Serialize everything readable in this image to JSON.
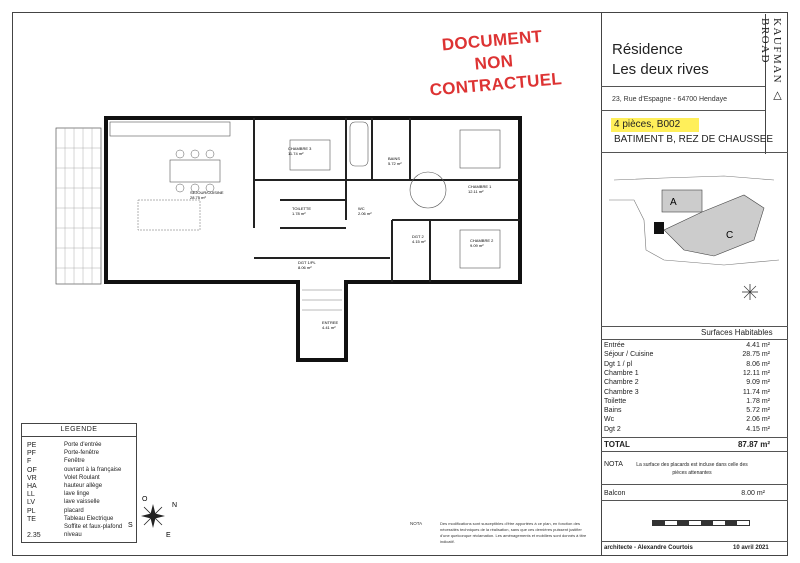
{
  "stamp": {
    "line1": "DOCUMENT",
    "line2": "NON CONTRACTUEL"
  },
  "residence": {
    "line1": "Résidence",
    "line2": "Les deux rives"
  },
  "brand": "KAUFMAN △ BROAD",
  "address": "23, Rue d'Espagne - 64700 Hendaye",
  "lot": {
    "type": "4 pièces, B002",
    "batiment": "BATIMENT B, REZ DE CHAUSSEE",
    "highlight": "#ffef5a"
  },
  "site_plan": {
    "label_a": "A",
    "label_c": "C"
  },
  "surfaces": {
    "title": "Surfaces Habitables",
    "rows": [
      {
        "name": "Entrée",
        "value": "4.41 m²"
      },
      {
        "name": "Séjour / Cuisine",
        "value": "28.75 m²"
      },
      {
        "name": "Dgt 1 / pl",
        "value": "8.06 m²"
      },
      {
        "name": "Chambre 1",
        "value": "12.11 m²"
      },
      {
        "name": "Chambre 2",
        "value": "9.09 m²"
      },
      {
        "name": "Chambre 3",
        "value": "11.74 m²"
      },
      {
        "name": "Toilette",
        "value": "1.78 m²"
      },
      {
        "name": "Bains",
        "value": "5.72 m²"
      },
      {
        "name": "Wc",
        "value": "2.06 m²"
      },
      {
        "name": "Dgt 2",
        "value": "4.15 m²"
      }
    ],
    "total_label": "TOTAL",
    "total_value": "87.87 m²"
  },
  "nota": {
    "label": "NOTA",
    "text": "La surface des placards est incluse dans celle des pièces attenantes"
  },
  "balcon": {
    "label": "Balcon",
    "value": "8.00 m²"
  },
  "footer": {
    "architect": "architecte - Alexandre Courtois",
    "date": "10 avril 2021"
  },
  "legend": {
    "title": "LEGENDE",
    "items": [
      {
        "code": "PE",
        "desc": "Porte d'entrée"
      },
      {
        "code": "PF",
        "desc": "Porte-fenêtre"
      },
      {
        "code": "F",
        "desc": "Fenêtre"
      },
      {
        "code": "OF",
        "desc": "ouvrant à la française"
      },
      {
        "code": "VR",
        "desc": "Volet Roulant"
      },
      {
        "code": "HA",
        "desc": "hauteur allège"
      },
      {
        "code": "LL",
        "desc": "lave linge"
      },
      {
        "code": "LV",
        "desc": "lave vaisselle"
      },
      {
        "code": "PL",
        "desc": "placard"
      },
      {
        "code": "TE",
        "desc": "Tableau Electrique"
      },
      {
        "code": "",
        "desc": "Soffite et faux-plafond"
      },
      {
        "code": "2.35",
        "desc": "niveau"
      }
    ]
  },
  "rooms": [
    {
      "name": "SEJOUR/CUISINE",
      "area": "28.75 m²"
    },
    {
      "name": "CHAMBRE 3",
      "area": "11.74 m²"
    },
    {
      "name": "BAINS",
      "area": "5.72 m²"
    },
    {
      "name": "CHAMBRE 1",
      "area": "12.11 m²"
    },
    {
      "name": "TOILETTE",
      "area": "1.78 m²"
    },
    {
      "name": "WC",
      "area": "2.06 m²"
    },
    {
      "name": "DGT 2",
      "area": "4.15 m²"
    },
    {
      "name": "CHAMBRE 2",
      "area": "9.09 m²"
    },
    {
      "name": "DGT 1/PL",
      "area": "8.06 m²"
    },
    {
      "name": "ENTREE",
      "area": "4.41 m²"
    }
  ],
  "plan_nota": "NOTA",
  "plan_notes": "Des modifications sont susceptibles d'être apportées à ce plan, en fonction des nécessités techniques de la réalisation, sans que ces dernières puissent justifier d'une quelconque réclamation. Les aménagements et mobiliers sont donnés à titre indicatif.",
  "compass": {
    "n": "N",
    "s": "S",
    "e": "E",
    "o": "O"
  }
}
